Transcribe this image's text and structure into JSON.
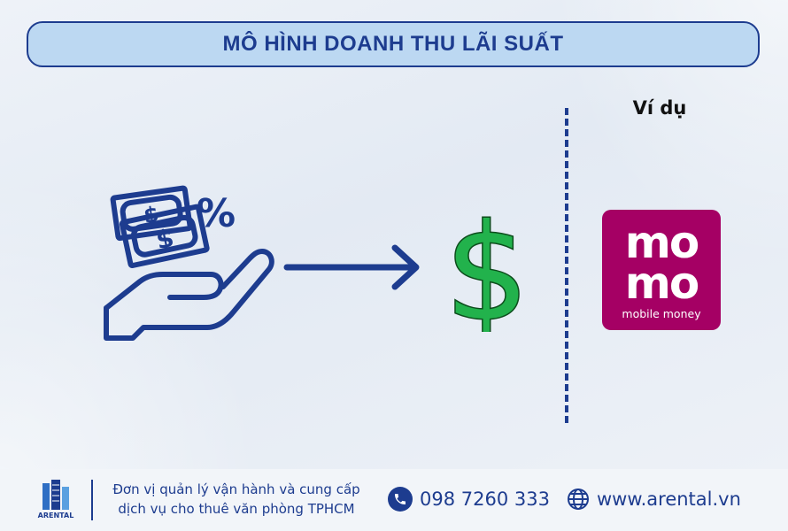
{
  "header": {
    "title": "MÔ HÌNH DOANH THU LÃI SUẤT"
  },
  "example": {
    "label": "Ví dụ"
  },
  "momo": {
    "line1": "mo",
    "line2": "mo",
    "tagline": "mobile money",
    "color": "#a50064"
  },
  "icons": {
    "hand": "hand-with-money-icon",
    "arrow": "arrow-right-icon",
    "dollar": "dollar-sign-icon",
    "phone": "phone-icon",
    "globe": "globe-icon"
  },
  "footer": {
    "description": "Đơn vị quản lý vận hành và cung cấp dịch vụ cho thuê văn phòng TPHCM",
    "phone": "098 7260 333",
    "website": "www.arental.vn",
    "logo_text": "ARENTAL"
  },
  "colors": {
    "primary": "#1d3c8f",
    "title_bg": "#bcd8f2",
    "dollar": "#22b24c"
  }
}
